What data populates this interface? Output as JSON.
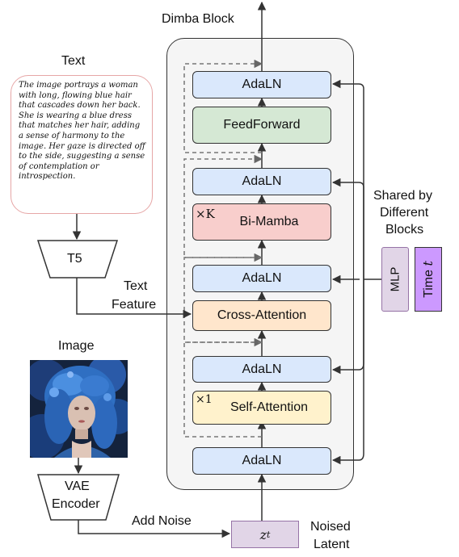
{
  "block_title": "Dimba Block",
  "text_section": {
    "heading": "Text",
    "prompt": "The image portrays a woman with long, flowing blue hair that cascades down her back. She is wearing a blue dress that matches her hair, adding a sense of harmony to the image. Her gaze is directed off to the side, suggesting a sense of contemplation or introspection."
  },
  "t5_label": "T5",
  "text_feature_label_line1": "Text",
  "text_feature_label_line2": "Feature",
  "image_section": {
    "heading": "Image"
  },
  "vae_label_line1": "VAE",
  "vae_label_line2": "Encoder",
  "add_noise_label": "Add Noise",
  "noised_latent": {
    "symbol": "z",
    "subscript": "t",
    "label_line1": "Noised",
    "label_line2": "Latent"
  },
  "blocks": {
    "adaln_top": "AdaLN",
    "feedforward": "FeedForward",
    "adaln_mamba": "AdaLN",
    "bi_mamba": "Bi-Mamba",
    "bi_mamba_multiplier": "×K",
    "adaln_cross": "AdaLN",
    "cross_attention": "Cross-Attention",
    "adaln_self": "AdaLN",
    "self_attention": "Self-Attention",
    "self_attention_multiplier": "×1",
    "adaln_bottom": "AdaLN"
  },
  "shared_label_line1": "Shared by",
  "shared_label_line2": "Different",
  "shared_label_line3": "Blocks",
  "mlp_label": "MLP",
  "time_label": "Time",
  "time_symbol": "t",
  "colors": {
    "adaln": "#dae8fc",
    "feedforward": "#d5e8d4",
    "bi_mamba": "#f8cecc",
    "cross_attention": "#ffe6cc",
    "self_attention": "#fff2cc",
    "mlp": "#e1d5e7",
    "time": "#cc99ff",
    "panel": "#f5f5f5"
  }
}
